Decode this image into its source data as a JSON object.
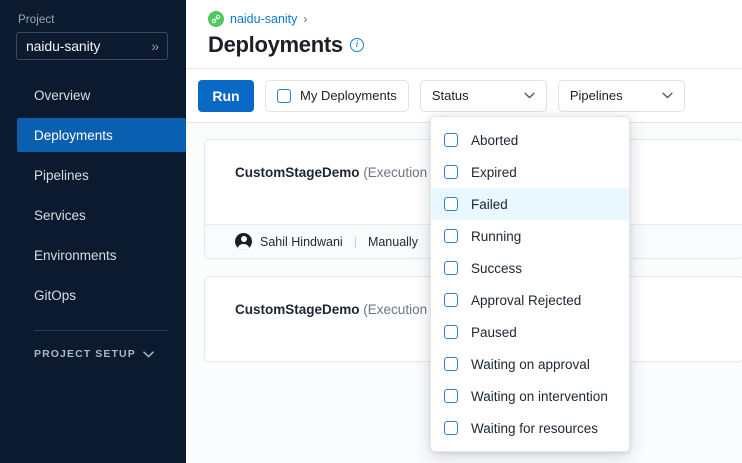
{
  "sidebar": {
    "project_label": "Project",
    "project_value": "naidu-sanity",
    "project_chevron": "chevron-double-right-icon",
    "items": [
      {
        "label": "Overview",
        "active": false
      },
      {
        "label": "Deployments",
        "active": true
      },
      {
        "label": "Pipelines",
        "active": false
      },
      {
        "label": "Services",
        "active": false
      },
      {
        "label": "Environments",
        "active": false
      },
      {
        "label": "GitOps",
        "active": false
      }
    ],
    "section": {
      "label": "PROJECT SETUP",
      "chevron": "chevron-down-icon"
    }
  },
  "header": {
    "breadcrumb_icon": "project-link-icon",
    "breadcrumb_label": "naidu-sanity",
    "breadcrumb_separator": "›",
    "title": "Deployments",
    "info_icon": "info-icon",
    "info_glyph": "i"
  },
  "toolbar": {
    "run_label": "Run",
    "my_deployments_label": "My Deployments",
    "my_deployments_checked": false,
    "status_label": "Status",
    "status_chevron": "chevron-down-icon",
    "pipelines_label": "Pipelines",
    "pipelines_chevron": "chevron-down-icon"
  },
  "status_dropdown": {
    "open": true,
    "highlight_color": "#e9f8ff",
    "items": [
      {
        "label": "Aborted",
        "checked": false,
        "hovered": false
      },
      {
        "label": "Expired",
        "checked": false,
        "hovered": false
      },
      {
        "label": "Failed",
        "checked": false,
        "hovered": true
      },
      {
        "label": "Running",
        "checked": false,
        "hovered": false
      },
      {
        "label": "Success",
        "checked": false,
        "hovered": false
      },
      {
        "label": "Approval Rejected",
        "checked": false,
        "hovered": false
      },
      {
        "label": "Paused",
        "checked": false,
        "hovered": false
      },
      {
        "label": "Waiting on approval",
        "checked": false,
        "hovered": false
      },
      {
        "label": "Waiting on intervention",
        "checked": false,
        "hovered": false
      },
      {
        "label": "Waiting for resources",
        "checked": false,
        "hovered": false
      }
    ]
  },
  "cards": [
    {
      "name": "CustomStageDemo",
      "detail": "(Execution Id",
      "author": "Sahil Hindwani",
      "trigger": "Manually",
      "separator": "|",
      "avatar": "user-avatar"
    },
    {
      "name": "CustomStageDemo",
      "detail": "(Execution Id",
      "author": "",
      "trigger": "",
      "separator": "",
      "avatar": "user-avatar"
    }
  ],
  "colors": {
    "sidebar_bg": "#0b1a2e",
    "accent_blue": "#0a69c4",
    "active_nav": "#0b5fb0",
    "breadcrumb_green": "#4bc85e",
    "hover_row": "#e9f8ff"
  }
}
